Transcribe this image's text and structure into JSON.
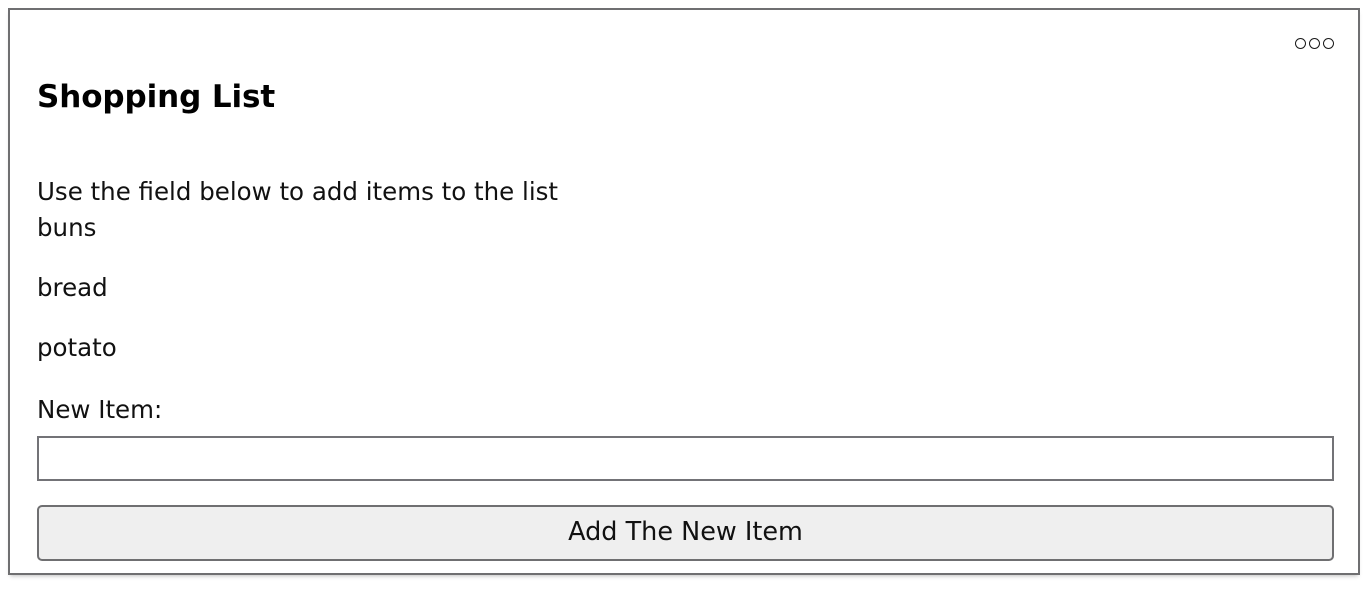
{
  "window": {
    "menu_icon": "three-dots-circles-icon"
  },
  "header": {
    "title": "Shopping List",
    "instructions": "Use the field below to add items to the list"
  },
  "list": {
    "items": [
      {
        "label": "buns"
      },
      {
        "label": "bread"
      },
      {
        "label": "potato"
      }
    ]
  },
  "form": {
    "new_item_label": "New Item:",
    "new_item_value": "",
    "new_item_placeholder": "",
    "submit_label": "Add The New Item"
  },
  "colors": {
    "frame_border": "#6f6f71",
    "input_border": "#737377",
    "button_background": "#efefef",
    "text": "#111111",
    "page_background": "#ffffff"
  }
}
